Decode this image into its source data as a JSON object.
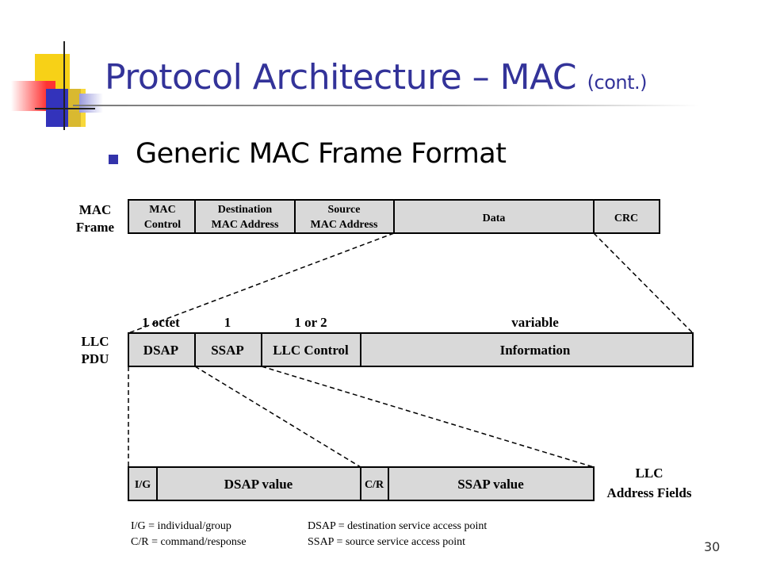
{
  "slide": {
    "title": "Protocol Architecture – MAC",
    "title_suffix": "(cont.)",
    "bullet": "Generic MAC Frame Format",
    "page_number": "30"
  },
  "colors": {
    "title": "#333399",
    "bullet": "#3333aa",
    "field_fill": "#d9d9d9"
  },
  "diagram": {
    "mac_frame": {
      "label_line1": "MAC",
      "label_line2": "Frame",
      "fields": [
        {
          "line1": "MAC",
          "line2": "Control"
        },
        {
          "line1": "Destination",
          "line2": "MAC Address"
        },
        {
          "line1": "Source",
          "line2": "MAC Address"
        },
        {
          "line1": "Data",
          "line2": ""
        },
        {
          "line1": "CRC",
          "line2": ""
        }
      ]
    },
    "llc_pdu": {
      "label_line1": "LLC",
      "label_line2": "PDU",
      "sizes": [
        "1 octet",
        "1",
        "1 or 2",
        "variable"
      ],
      "fields": [
        "DSAP",
        "SSAP",
        "LLC Control",
        "Information"
      ]
    },
    "llc_address": {
      "label_line1": "LLC",
      "label_line2": "Address Fields",
      "fields": [
        "I/G",
        "DSAP value",
        "C/R",
        "SSAP value"
      ]
    },
    "legend": [
      "I/G = individual/group",
      "C/R = command/response",
      "DSAP = destination service access point",
      "SSAP = source service access point"
    ]
  }
}
